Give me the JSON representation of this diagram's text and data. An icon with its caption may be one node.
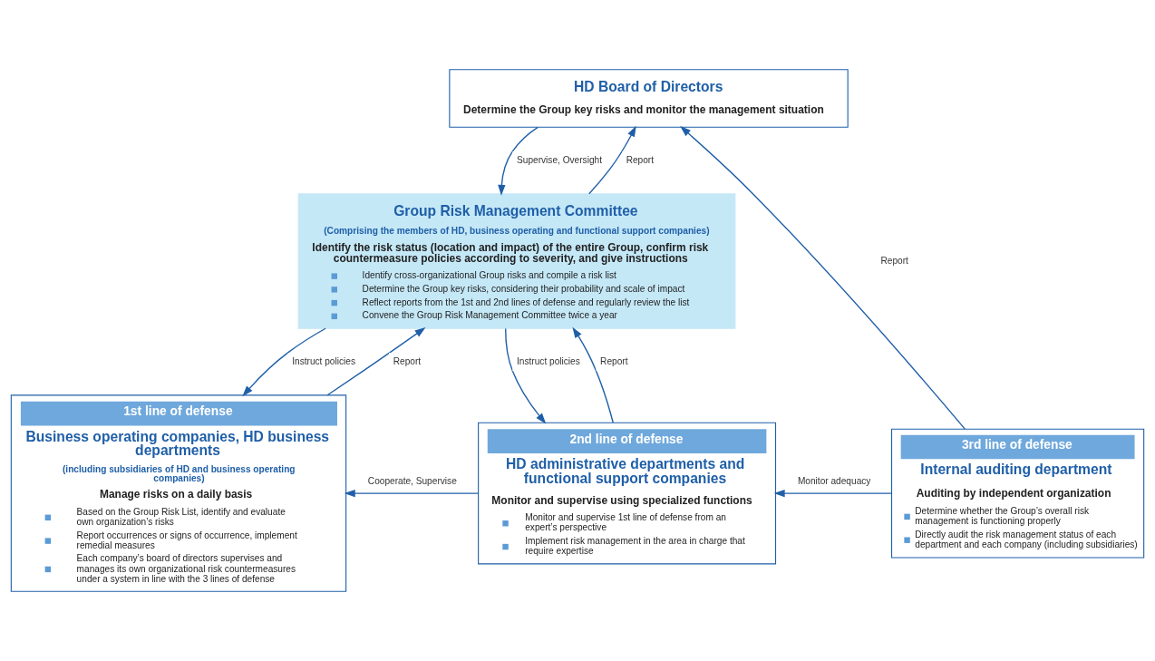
{
  "diagram": {
    "nodes": [
      {
        "text": [
          "HD Board of Directors",
          "Determine the Group key risks and monitor the management situation"
        ]
      },
      {
        "text": [
          "Group Risk Management Committee",
          "(Comprising the members of HD, business operating and functional support companies)",
          "Identify the risk status (location and impact) of the entire Group, confirm risk countermeasure policies according to severity, and give instructions",
          "Identify cross-organizational Group risks and compile a risk list",
          "Determine the Group key risks, considering their probability and scale of impact",
          "Reflect reports from the 1st and 2nd lines of defense and regularly review the list",
          "Convene the Group Risk Management Committee twice a year"
        ]
      },
      {
        "text": [
          "1st line of defense",
          "Business operating companies, HD business departments",
          "(including subsidiaries of HD and business operating companies)",
          "Manage risks on a daily basis",
          "Based on the Group Risk List, identify and evaluate own organization’s risks",
          "Report occurrences or signs of occurrence, implement remedial measures",
          "Each company’s board of directors supervises and manages its own organizational risk countermeasures under a system in line with the 3 lines of defense"
        ]
      },
      {
        "text": [
          "2nd line of defense",
          "HD administrative departments and functional support companies",
          "Monitor and supervise using specialized functions",
          "Monitor and supervise 1st line of defense from an expert’s perspective",
          "Implement risk management in the area in charge that require expertise"
        ]
      },
      {
        "text": [
          "3rd line of defense",
          "Internal auditing department",
          "Auditing by independent organization",
          "Determine whether the Group’s overall risk management is functioning properly",
          "Directly audit the risk management status of each department and each company (including subsidiaries)"
        ]
      }
    ],
    "edges": [
      {
        "from": 0,
        "to": 1,
        "arrow": "to",
        "label": "Supervise, Oversight"
      },
      {
        "from": 1,
        "to": 0,
        "arrow": "to",
        "label": "Report"
      },
      {
        "from": 4,
        "to": 0,
        "arrow": "to",
        "label": "Report"
      },
      {
        "from": 1,
        "to": 2,
        "arrow": "to",
        "label": "Instruct policies"
      },
      {
        "from": 2,
        "to": 1,
        "arrow": "to",
        "label": "Report"
      },
      {
        "from": 1,
        "to": 3,
        "arrow": "to",
        "label": "Instruct policies"
      },
      {
        "from": 3,
        "to": 1,
        "arrow": "to",
        "label": "Report"
      },
      {
        "from": 3,
        "to": 2,
        "arrow": "to",
        "label": "Cooperate, Supervise"
      },
      {
        "from": 4,
        "to": 3,
        "arrow": "to",
        "label": "Monitor adequacy"
      }
    ]
  }
}
